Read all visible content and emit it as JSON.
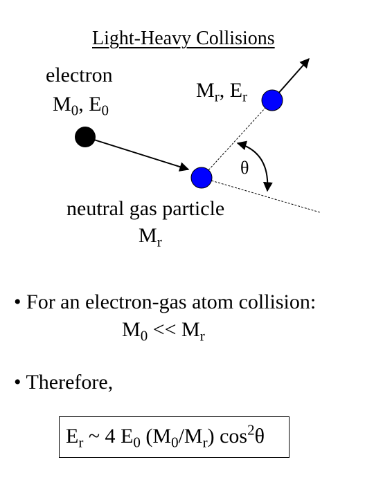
{
  "title": "Light-Heavy Collisions",
  "electron": {
    "label": "electron",
    "mass_symbol": "M",
    "mass_sub": "0",
    "energy_symbol": "E",
    "energy_sub": "0"
  },
  "ejected": {
    "mass_symbol": "M",
    "mass_sub": "r",
    "energy_symbol": "E",
    "energy_sub": "r"
  },
  "angle": {
    "symbol": "θ"
  },
  "target": {
    "label": "neutral gas particle",
    "mass_symbol": "M",
    "mass_sub": "r"
  },
  "bullets": [
    {
      "text": "• For an electron-gas atom collision:",
      "eq_left": "M",
      "eq_left_sub": "0",
      "eq_op": " << ",
      "eq_right": "M",
      "eq_right_sub": "r"
    },
    {
      "text": "• Therefore,"
    }
  ],
  "formula": {
    "lhs": "E",
    "lhs_sub": "r",
    "approx": " ~ 4 ",
    "e0": "E",
    "e0_sub": "0",
    "paren_open": " (",
    "m0": "M",
    "m0_sub": "0",
    "slash": "/",
    "mr": "M",
    "mr_sub": "r",
    "paren_close": ") cos",
    "power": "2",
    "theta": "θ"
  },
  "colors": {
    "electron": "#000000",
    "gas_particle": "#0000ff",
    "line": "#000000"
  }
}
